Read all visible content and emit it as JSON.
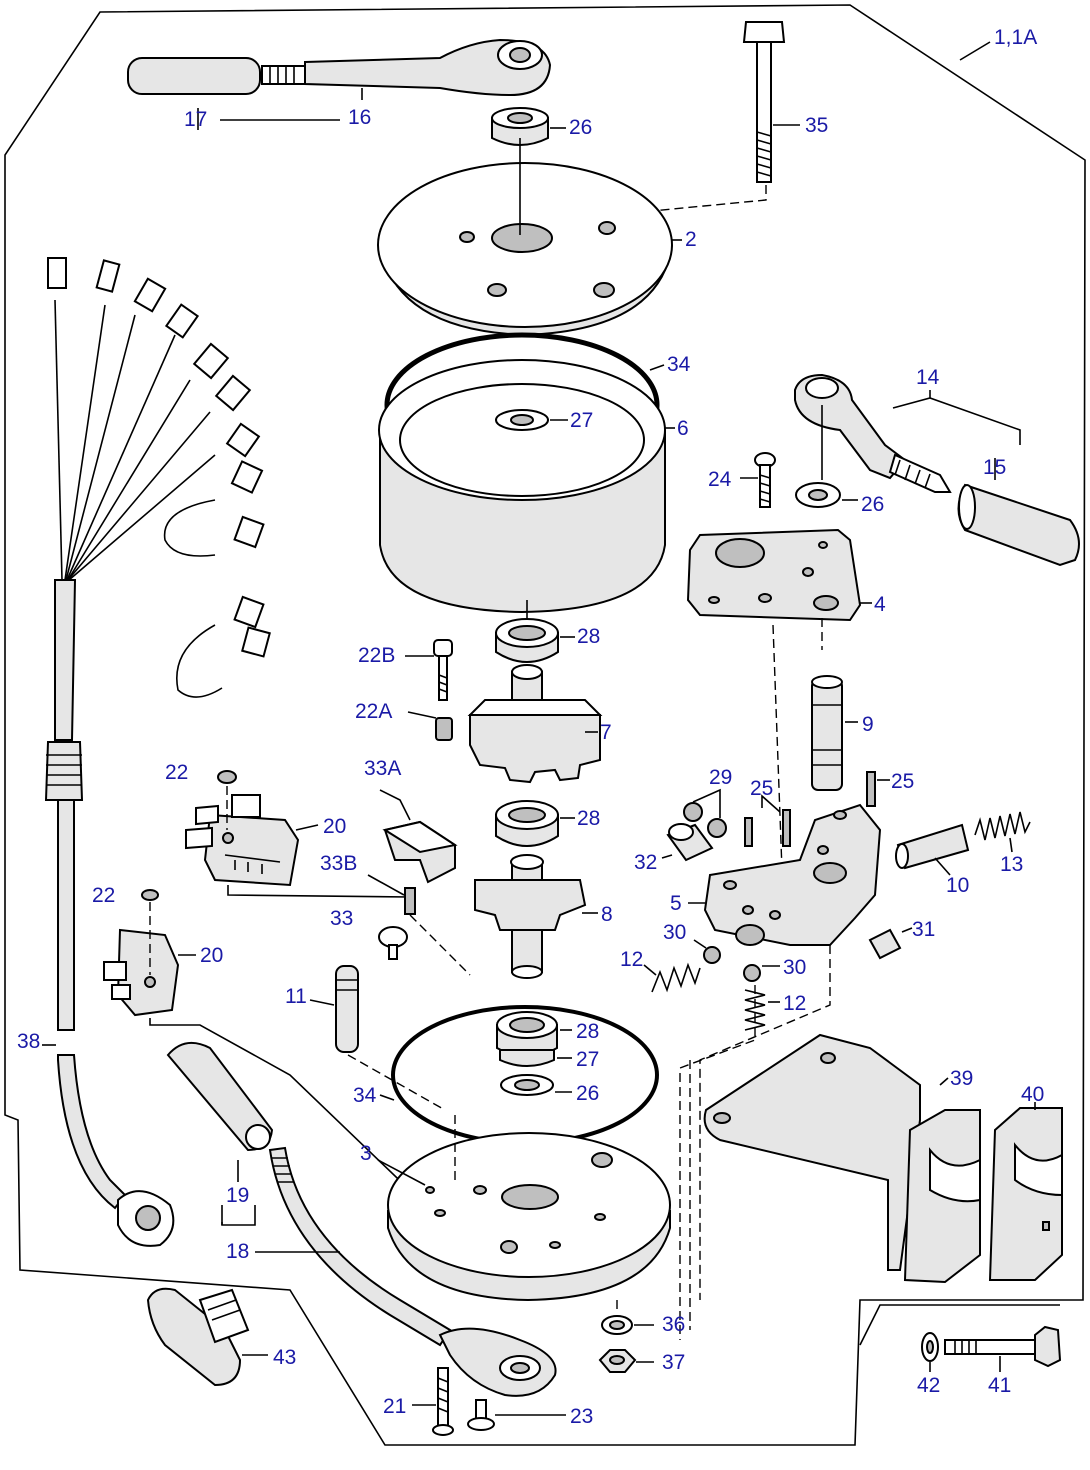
{
  "diagram": {
    "callouts": [
      {
        "id": "c-1-1a",
        "text": "1,1A"
      },
      {
        "id": "c-2",
        "text": "2"
      },
      {
        "id": "c-3",
        "text": "3"
      },
      {
        "id": "c-4",
        "text": "4"
      },
      {
        "id": "c-5",
        "text": "5"
      },
      {
        "id": "c-6",
        "text": "6"
      },
      {
        "id": "c-7",
        "text": "7"
      },
      {
        "id": "c-8",
        "text": "8"
      },
      {
        "id": "c-9",
        "text": "9"
      },
      {
        "id": "c-10",
        "text": "10"
      },
      {
        "id": "c-11",
        "text": "11"
      },
      {
        "id": "c-12a",
        "text": "12"
      },
      {
        "id": "c-12b",
        "text": "12"
      },
      {
        "id": "c-13",
        "text": "13"
      },
      {
        "id": "c-14",
        "text": "14"
      },
      {
        "id": "c-15",
        "text": "15"
      },
      {
        "id": "c-16",
        "text": "16"
      },
      {
        "id": "c-17",
        "text": "17"
      },
      {
        "id": "c-18",
        "text": "18"
      },
      {
        "id": "c-19",
        "text": "19"
      },
      {
        "id": "c-20a",
        "text": "20"
      },
      {
        "id": "c-20b",
        "text": "20"
      },
      {
        "id": "c-21",
        "text": "21"
      },
      {
        "id": "c-22a",
        "text": "22"
      },
      {
        "id": "c-22b",
        "text": "22"
      },
      {
        "id": "c-22A",
        "text": "22A"
      },
      {
        "id": "c-22B",
        "text": "22B"
      },
      {
        "id": "c-23",
        "text": "23"
      },
      {
        "id": "c-24",
        "text": "24"
      },
      {
        "id": "c-25a",
        "text": "25"
      },
      {
        "id": "c-25b",
        "text": "25"
      },
      {
        "id": "c-26a",
        "text": "26"
      },
      {
        "id": "c-26b",
        "text": "26"
      },
      {
        "id": "c-26c",
        "text": "26"
      },
      {
        "id": "c-27a",
        "text": "27"
      },
      {
        "id": "c-27b",
        "text": "27"
      },
      {
        "id": "c-28a",
        "text": "28"
      },
      {
        "id": "c-28b",
        "text": "28"
      },
      {
        "id": "c-28c",
        "text": "28"
      },
      {
        "id": "c-29",
        "text": "29"
      },
      {
        "id": "c-30a",
        "text": "30"
      },
      {
        "id": "c-30b",
        "text": "30"
      },
      {
        "id": "c-31",
        "text": "31"
      },
      {
        "id": "c-32",
        "text": "32"
      },
      {
        "id": "c-33",
        "text": "33"
      },
      {
        "id": "c-33A",
        "text": "33A"
      },
      {
        "id": "c-33B",
        "text": "33B"
      },
      {
        "id": "c-34a",
        "text": "34"
      },
      {
        "id": "c-34b",
        "text": "34"
      },
      {
        "id": "c-35",
        "text": "35"
      },
      {
        "id": "c-36",
        "text": "36"
      },
      {
        "id": "c-37",
        "text": "37"
      },
      {
        "id": "c-38",
        "text": "38"
      },
      {
        "id": "c-39",
        "text": "39"
      },
      {
        "id": "c-40",
        "text": "40"
      },
      {
        "id": "c-41",
        "text": "41"
      },
      {
        "id": "c-42",
        "text": "42"
      },
      {
        "id": "c-43",
        "text": "43"
      }
    ]
  }
}
